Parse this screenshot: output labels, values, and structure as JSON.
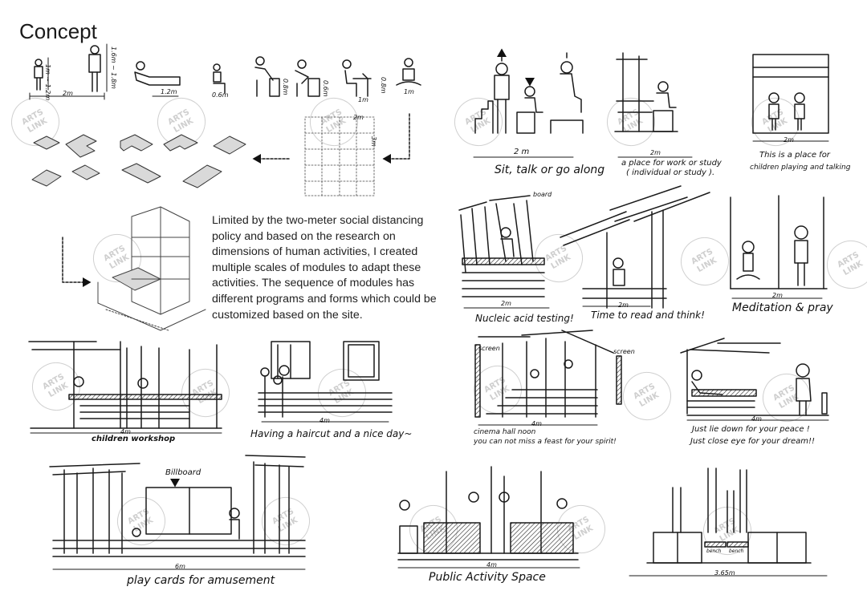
{
  "title": "Concept",
  "description": "Limited by the two-meter social distancing policy and based on the research on dimensions of human activities,  I created multiple scales of modules to adapt these activities. The sequence of modules has different programs and forms which could be customized based on the site.",
  "watermark": "ARTS LINK",
  "dimensions": {
    "height_child": "1m ~ 1.2m",
    "height_adult": "1.6m ~ 1.8m",
    "width_2m": "2m",
    "lying": "1.2m",
    "seat_low": "0.6m",
    "desk": "0.8m",
    "seat": "0.6m",
    "work": "0.8m",
    "work_w": "1m",
    "meditate": "1m",
    "grid_top": "2m",
    "grid_side": "3m"
  },
  "captions": {
    "sit_talk": "Sit, talk or go along",
    "work_study": "a place for work or study",
    "work_study_sub": "( individual or study ).",
    "children_play": "This is a place for",
    "children_play_sub": "children playing and talking",
    "board": "board",
    "nucleic": "Nucleic acid testing!",
    "read_think": "Time to read and think!",
    "meditation": "Meditation & pray",
    "children_workshop": "children workshop",
    "haircut": "Having a haircut and a nice day~",
    "screen": "screen",
    "screen2": "screen",
    "cinema": "cinema hall noon",
    "cinema_sub": "you can not miss a feast for your spirit!",
    "lie_down": "Just lie down for your peace !",
    "lie_down_sub": "Just close eye for your dream!!",
    "billboard": "Billboard",
    "play_cards": "play cards for amusement",
    "public": "Public Activity Space",
    "bench1": "bench",
    "bench2": "bench"
  },
  "scale_labels": {
    "s_2m_a": "2m",
    "s_2m_b": "2 m",
    "s_2m_c": "2m",
    "s_2m_d": "2m",
    "s_2m_e": "2m",
    "s_2m_f": "2m",
    "s_4m_a": "4m",
    "s_4m_b": "4m",
    "s_4m_c": "4m",
    "s_4m_d": "4m",
    "s_4m_e": "4m",
    "s_6m": "6m",
    "s_365": "3.65m"
  }
}
